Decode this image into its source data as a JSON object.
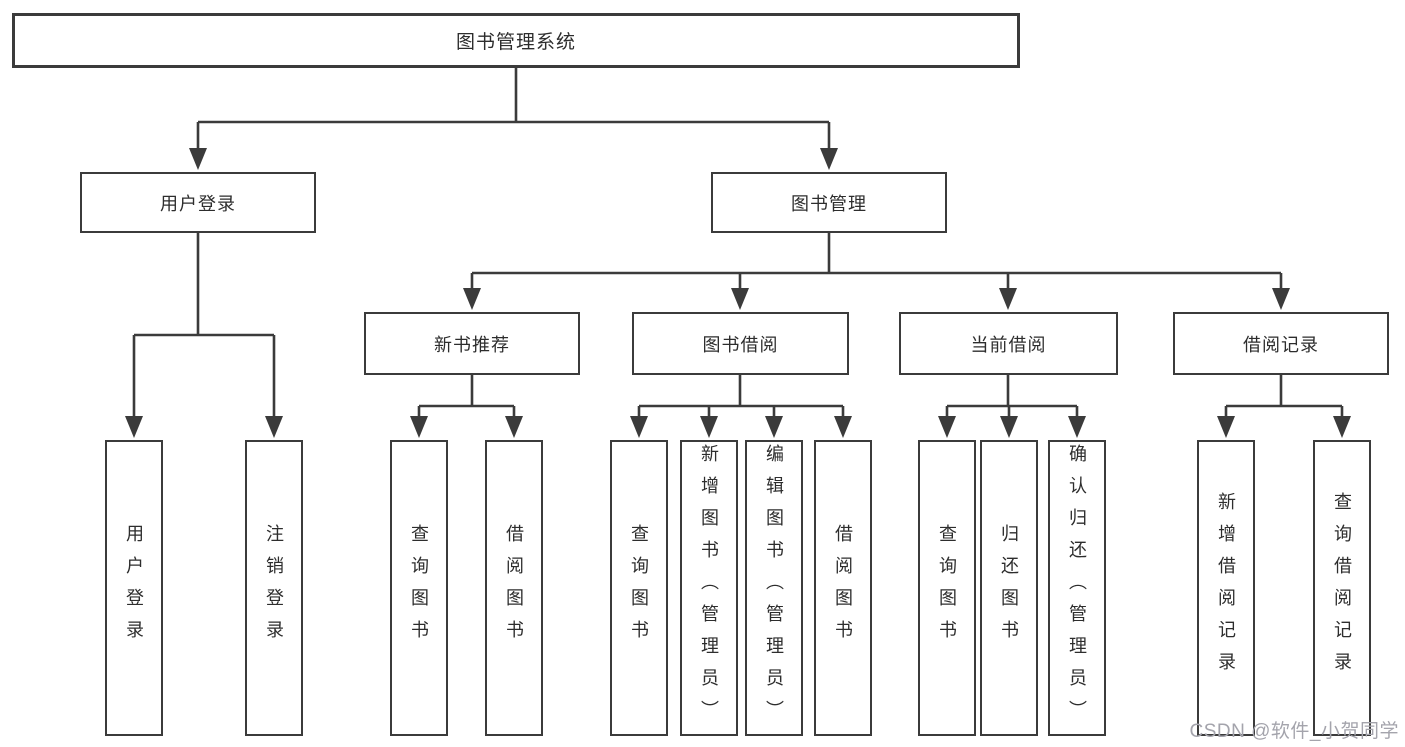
{
  "tree": {
    "label": "图书管理系统",
    "children": [
      {
        "label": "用户登录",
        "children": [
          {
            "label": "用户登录"
          },
          {
            "label": "注销登录"
          }
        ]
      },
      {
        "label": "图书管理",
        "children": [
          {
            "label": "新书推荐",
            "children": [
              {
                "label": "查询图书"
              },
              {
                "label": "借阅图书"
              }
            ]
          },
          {
            "label": "图书借阅",
            "children": [
              {
                "label": "查询图书"
              },
              {
                "label": "新增图书（管理员）"
              },
              {
                "label": "编辑图书（管理员）"
              },
              {
                "label": "借阅图书"
              }
            ]
          },
          {
            "label": "当前借阅",
            "children": [
              {
                "label": "查询图书"
              },
              {
                "label": "归还图书"
              },
              {
                "label": "确认归还（管理员）"
              }
            ]
          },
          {
            "label": "借阅记录",
            "children": [
              {
                "label": "新增借阅记录"
              },
              {
                "label": "查询借阅记录"
              }
            ]
          }
        ]
      }
    ]
  },
  "watermark": {
    "text": "CSDN @软件_小贺同学"
  },
  "colors": {
    "background": "#ffffff",
    "line": "#3b3b3b",
    "box_border": "#3b3b3b",
    "text": "#2d2d2d",
    "watermark": "#a4a4ac"
  }
}
